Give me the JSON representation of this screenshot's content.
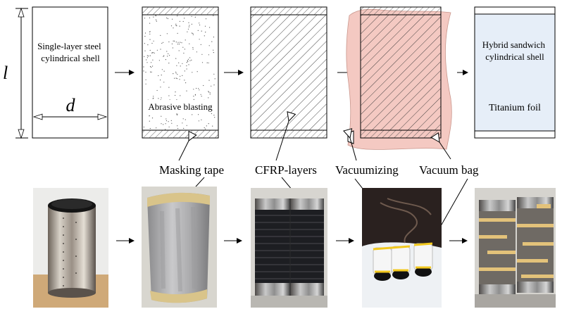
{
  "labels": {
    "shell_name": [
      "Single-layer steel",
      "cylindrical shell"
    ],
    "length_symbol": "l",
    "diameter_symbol": "d",
    "abrasive_blasting": "Abrasive blasting",
    "hybrid_shell": [
      "Hybrid sandwich",
      "cylindrical shell"
    ],
    "titanium_foil": "Titanium foil",
    "masking_tape": "Masking tape",
    "cfrp_layers": "CFRP-layers",
    "vacuumizing": "Vacuumizing",
    "vacuum_bag": "Vacuum bag"
  },
  "colors": {
    "vacuum_bag": "#f4c9c2",
    "hybrid_fill": "#e6eef8",
    "tape_photo": "#d9c48a",
    "yellow_tape": "#f2c81e",
    "floor_wood": "#cfa978"
  }
}
